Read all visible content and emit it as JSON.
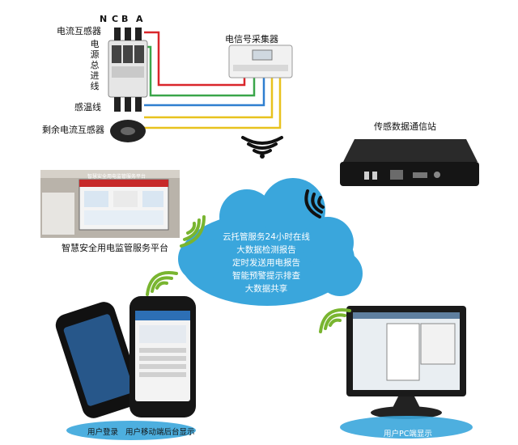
{
  "labels": {
    "current_transformer": "电流互感器",
    "power_main_line": "电源总进线",
    "temp_line": "感温线",
    "residual_ct": "剩余电流互感器",
    "collector": "电信号采集器",
    "comm_station": "传感数据通信站",
    "platform": "智慧安全用电监管服务平台",
    "user_login": "用户登录",
    "user_mobile": "用户移动端后台显示",
    "user_pc": "用户PC端显示"
  },
  "phases": [
    "N",
    "C",
    "B",
    "A"
  ],
  "screen_title": "智慧安全用电监管服务平台",
  "cloud_lines": [
    "云托管服务24小时在线",
    "大数据检测报告",
    "定时发送用电报告",
    "智能预警提示排查",
    "大数据共享"
  ],
  "colors": {
    "wire_red": "#d9262b",
    "wire_green": "#3aa64a",
    "wire_blue": "#2f7fd0",
    "wire_yellow": "#e8c21e",
    "cloud": "#3aa6dc",
    "wifi_dark": "#111111",
    "wifi_green": "#79b530"
  }
}
